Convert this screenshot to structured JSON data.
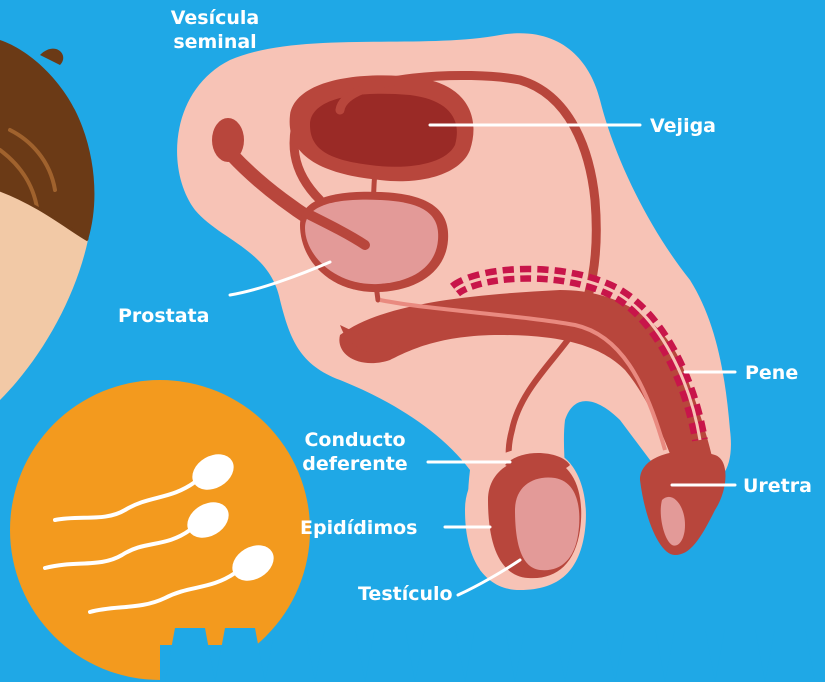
{
  "diagram": {
    "labels": {
      "vesicula_line1": "Vesícula",
      "vesicula_line2": "seminal",
      "vejiga": "Vejiga",
      "prostata": "Prostata",
      "pene": "Pene",
      "conducto_line1": "Conducto",
      "conducto_line2": "deferente",
      "uretra": "Uretra",
      "epididimos": "Epidídimos",
      "testiculo": "Testículo"
    },
    "colors": {
      "background": "#1fa8e6",
      "body_pink": "#f7c3b6",
      "organ_red": "#b8463c",
      "organ_dark": "#9a2a26",
      "prostate_light": "#e39a98",
      "erectile_dots": "#c8154a",
      "sperm_circle": "#f39a1e",
      "hair": "#6b3a16",
      "skin": "#f2c9a6"
    }
  }
}
